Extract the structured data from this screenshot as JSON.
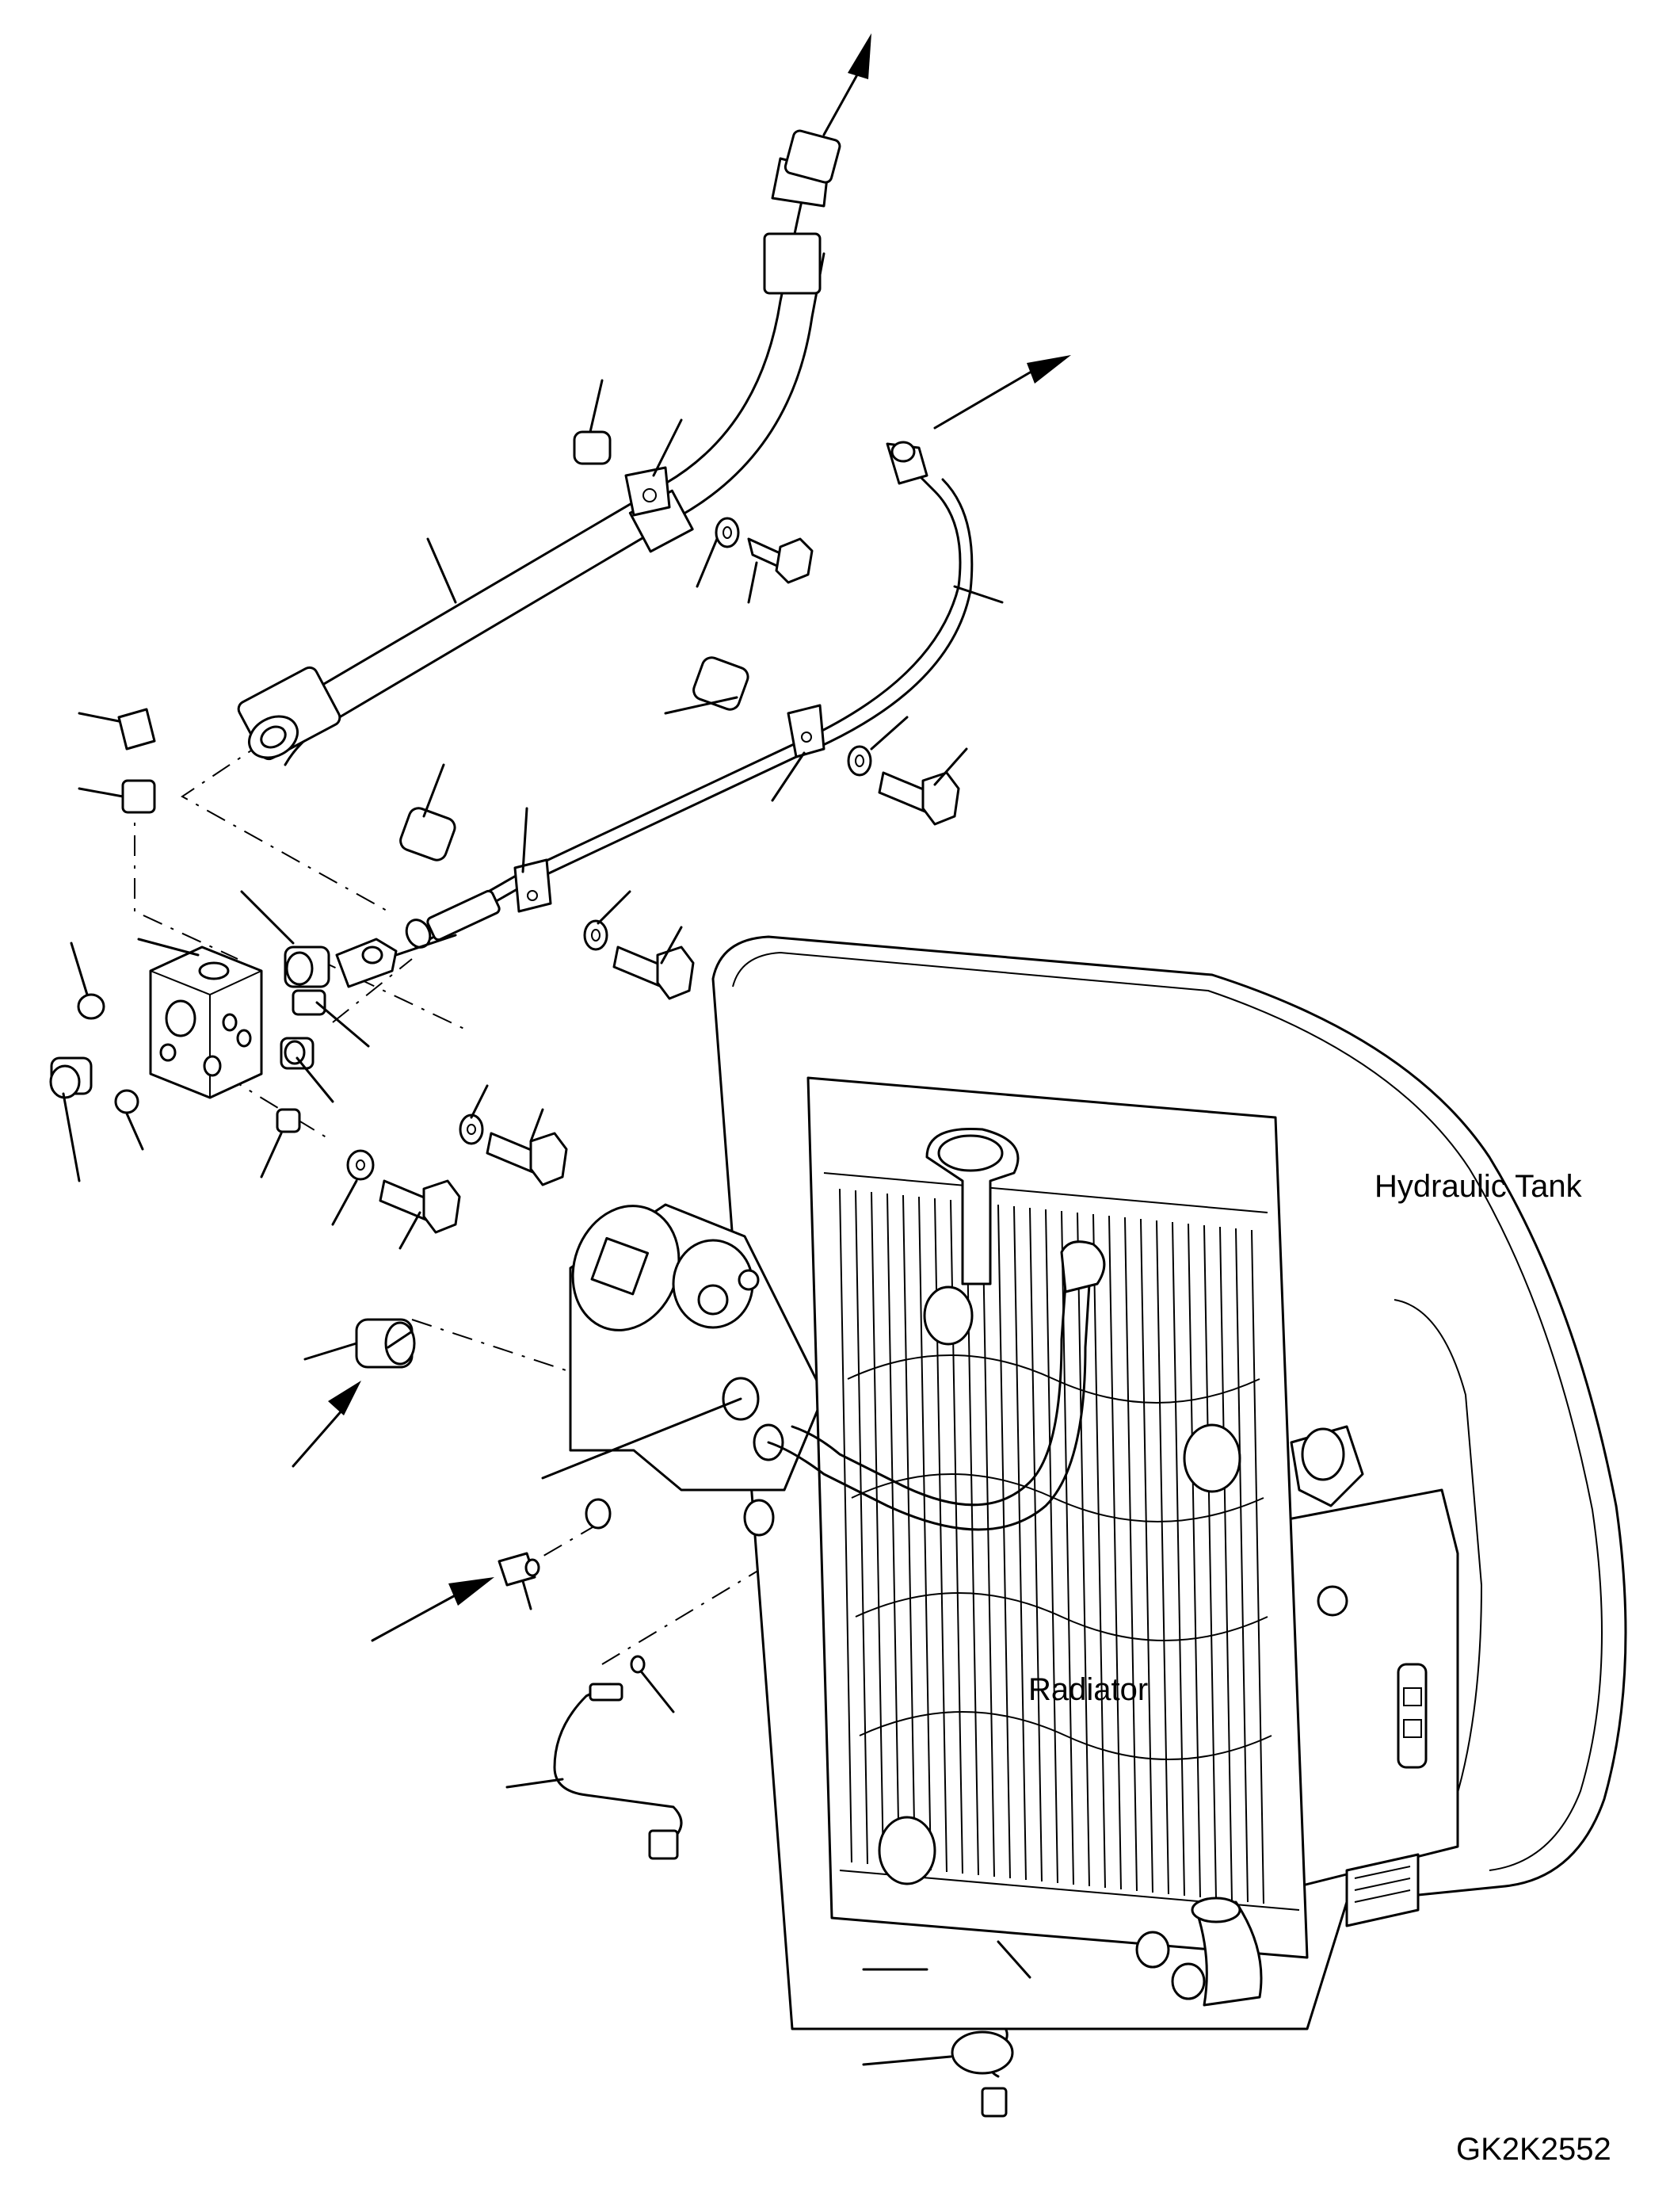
{
  "labels": {
    "hydraulic_tank": "Hydraulic Tank",
    "radiator": "Radiator",
    "drawing_code": "GK2K2552"
  }
}
